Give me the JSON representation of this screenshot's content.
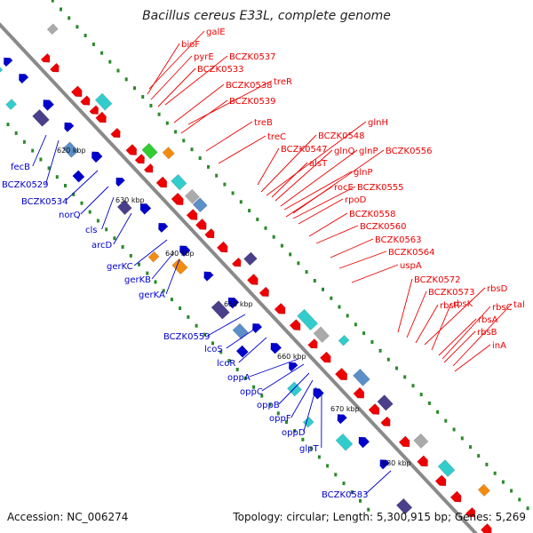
{
  "title": "Bacillus cereus E33L, complete genome",
  "footer": {
    "accession": "Accession: NC_006274",
    "summary": "Topology: circular; Length: 5,300,915 bp; Genes: 5,269"
  },
  "colors": {
    "forward_strand": "#ee0000",
    "reverse_strand": "#0000cc",
    "backbone": "#8a8a8a",
    "gc_dots": "#2a8a2a",
    "cog_cyan": "#33cccc",
    "cog_steelblue": "#5b8fc8",
    "cog_indigo": "#4a3f8a",
    "cog_orange": "#f28c0f",
    "cog_green": "#33cc33",
    "cog_gray": "#aaaaaa"
  },
  "scale_ticks": [
    "620 kbp",
    "630 kbp",
    "640 kbp",
    "650 kbp",
    "660 kbp",
    "670 kbp",
    "680 kbp"
  ],
  "forward_genes": [
    "galE",
    "bioF",
    "pyrE",
    "BCZK0537",
    "BCZK0533",
    "treR",
    "BCZK0538",
    "BCZK0539",
    "treB",
    "treC",
    "glnH",
    "BCZK0548",
    "BCZK0547",
    "glnQ",
    "glnP",
    "BCZK0556",
    "alsT",
    "glnP",
    "BCZK0555",
    "rocE",
    "rpoD",
    "BCZK0558",
    "BCZK0560",
    "BCZK0563",
    "BCZK0564",
    "uspA",
    "BCZK0572",
    "rbsD",
    "BCZK0573",
    "rbsK",
    "rbsR",
    "rbsC",
    "tal",
    "rbsA",
    "rbsB",
    "inA"
  ],
  "reverse_genes": [
    "fecB",
    "BCZK0529",
    "BCZK0534",
    "norQ",
    "cls",
    "arcD",
    "gerKC",
    "gerKB",
    "gerKA",
    "BCZK0559",
    "lcoS",
    "lcoR",
    "oppA",
    "oppC",
    "oppB",
    "oppF",
    "oppD",
    "glpT",
    "BCZK0583"
  ]
}
